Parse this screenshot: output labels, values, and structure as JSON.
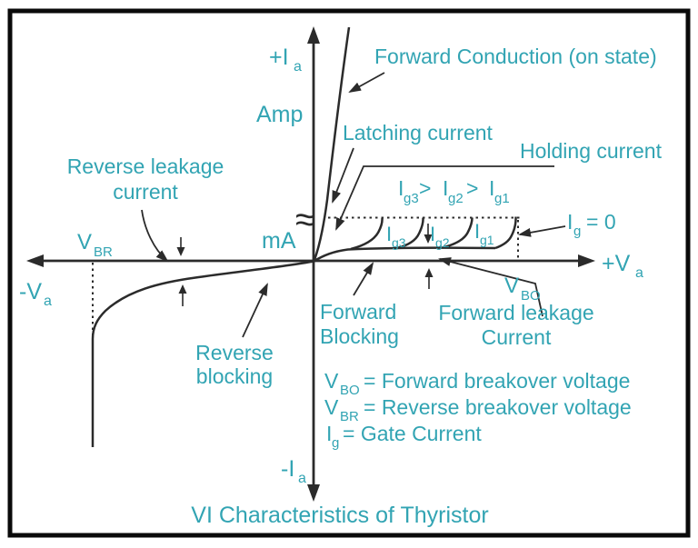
{
  "colors": {
    "teal": "#32A4B3",
    "ink": "#2b2b2b"
  },
  "title": "VI Characteristics of Thyristor",
  "axis": {
    "pos_current": {
      "main": "+I",
      "sub": "a"
    },
    "neg_current": {
      "main": "-I",
      "sub": "a"
    },
    "pos_voltage": {
      "main": "+V",
      "sub": "a"
    },
    "neg_voltage": {
      "main": "-V",
      "sub": "a"
    },
    "unit_amp": "Amp",
    "unit_milliamp": "mA",
    "break_symbol": "≈"
  },
  "breakover": {
    "vbr": {
      "main": "V",
      "sub": "BR"
    },
    "vbo": {
      "main": "V",
      "sub": "BO"
    }
  },
  "curve_labels": {
    "forward_conduction": "Forward Conduction (on state)",
    "latching_current": "Latching current",
    "holding_current": "Holding current",
    "gate_inequality": {
      "i": "I",
      "g3": "g3",
      "gt1": ">",
      "g2": "g2",
      "gt2": ">",
      "g1": "g1"
    },
    "ig3": {
      "main": "I",
      "sub": "g3"
    },
    "ig2": {
      "main": "I",
      "sub": "g2"
    },
    "ig1": {
      "main": "I",
      "sub": "g1"
    },
    "ig0": {
      "main": "I",
      "sub": "g",
      "rest": "= 0"
    },
    "reverse_leakage": {
      "line1": "Reverse leakage",
      "line2": "current"
    },
    "reverse_blocking": {
      "line1": "Reverse",
      "line2": "blocking"
    },
    "forward_blocking": {
      "line1": "Forward",
      "line2": "Blocking"
    },
    "forward_leakage": {
      "line1": "Forward leakage",
      "line2": "Current"
    }
  },
  "legend": [
    {
      "sym": "V",
      "sub": "BO",
      "def": "= Forward breakover voltage"
    },
    {
      "sym": "V",
      "sub": "BR",
      "def": "= Reverse breakover voltage"
    },
    {
      "sym": "I",
      "sub": "g",
      "def": "= Gate Current"
    }
  ]
}
